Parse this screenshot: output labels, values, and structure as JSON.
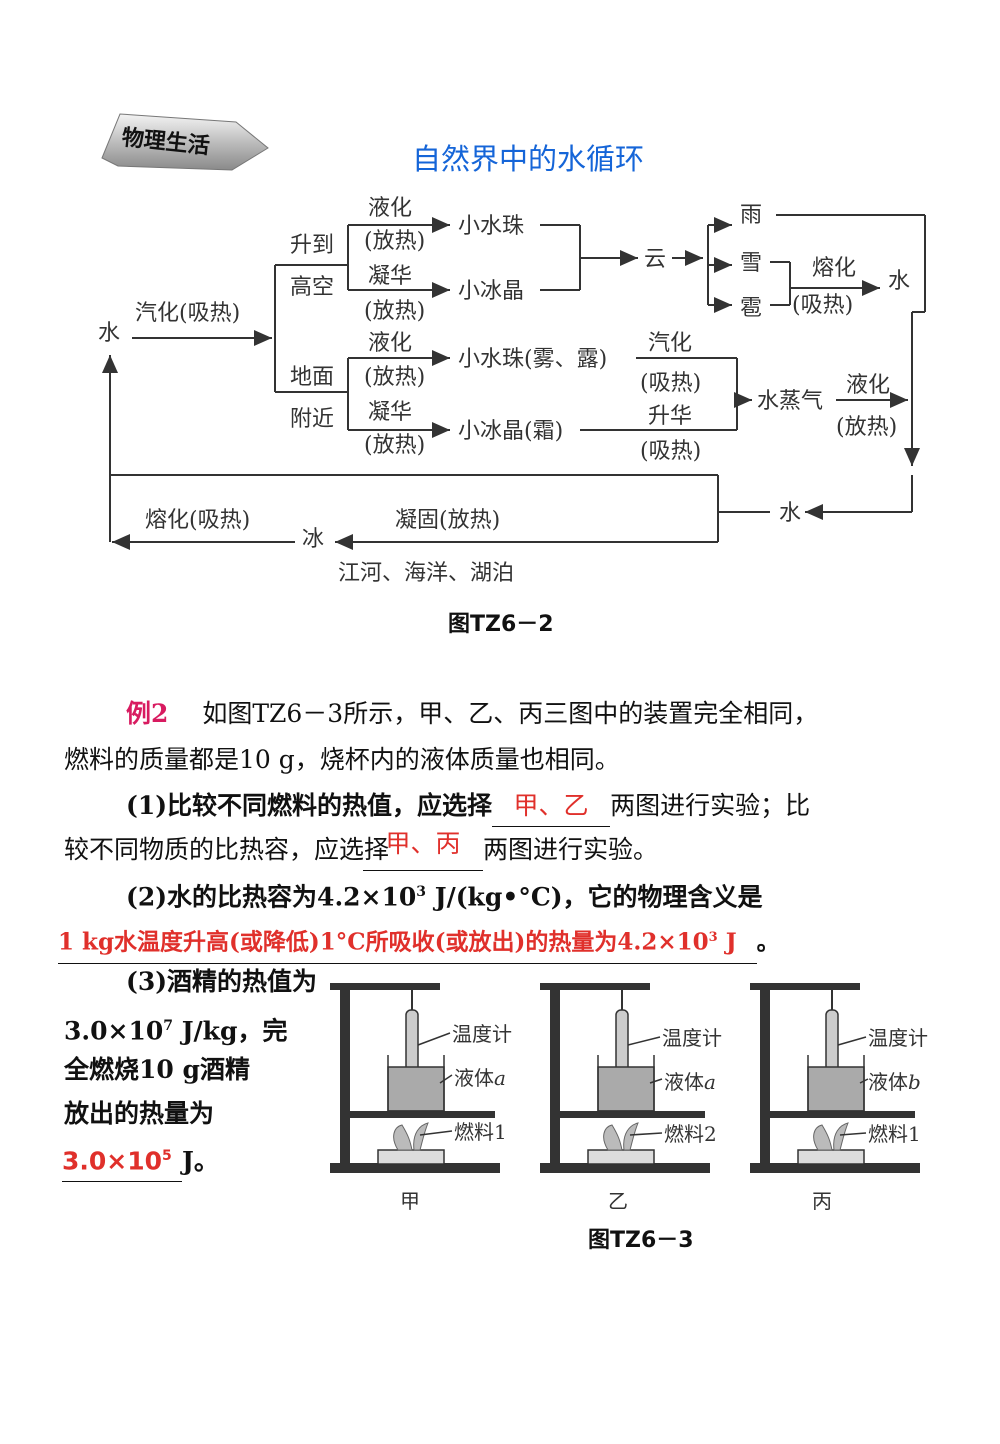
{
  "section": {
    "badge": "物理生活",
    "title": "自然界中的水循环"
  },
  "water_cycle": {
    "source_water": "水",
    "evaporation": "汽化(吸热)",
    "high_air": [
      "升到",
      "高空"
    ],
    "near_ground": [
      "地面",
      "附近"
    ],
    "liquefy": "液化",
    "release_heat": "(放热)",
    "absorb_heat": "(吸热)",
    "deposit": "凝华",
    "small_droplets": "小水珠",
    "small_ice": "小冰晶",
    "cloud": "云",
    "rain": "雨",
    "snow": "雪",
    "hail": "雹",
    "melt": "熔化",
    "water": "水",
    "fog_dew": "小水珠(雾、露)",
    "frost": "小冰晶(霜)",
    "vaporize": "汽化",
    "sublimate": "升华",
    "vapor": "水蒸气",
    "melt_absorb": "熔化(吸热)",
    "ice": "冰",
    "freeze_release": "凝固(放热)",
    "bodies": "江河、海洋、湖泊"
  },
  "figure_caption_1": "图TZ6－2",
  "example": {
    "label": "例2",
    "intro_1": "如图TZ6－3所示，甲、乙、丙三图中的装置完全相同，",
    "intro_2": "燃料的质量都是10 g，烧杯内的液体质量也相同。",
    "q1_a": "(1)比较不同燃料的热值，应选择",
    "q1_ans1": "甲、乙",
    "q1_b": "两图进行实验；比",
    "q1_c": "较不同物质的比热容，应选择",
    "q1_ans2": "甲、丙",
    "q1_d": "两图进行实验。",
    "q2_a": "(2)水的比热容为4.2×10",
    "q2_exp": "3",
    "q2_b": " J/(kg•°C)，它的物理含义是",
    "q2_ans_a": "1 kg水温度升高(或降低)1°C所吸收(或放出)的热量为4.2×10",
    "q2_ans_exp": "3",
    "q2_ans_b": " J",
    "q2_end": "。",
    "q3_a": "(3)酒精的热值为",
    "q3_b_pre": "3.0×10",
    "q3_b_exp": "7",
    "q3_b_post": " J/kg，完",
    "q3_c": "全燃烧10 g酒精",
    "q3_d": "放出的热量为",
    "q3_ans_pre": "3.0×10",
    "q3_ans_exp": "5",
    "q3_end": "J。"
  },
  "apparatus": {
    "thermometer": "温度计",
    "liquid": "液体",
    "liquid_a": "a",
    "liquid_b": "b",
    "fuel1": "燃料1",
    "fuel2": "燃料2",
    "setups": [
      "甲",
      "乙",
      "丙"
    ]
  },
  "figure_caption_2": "图TZ6－3"
}
